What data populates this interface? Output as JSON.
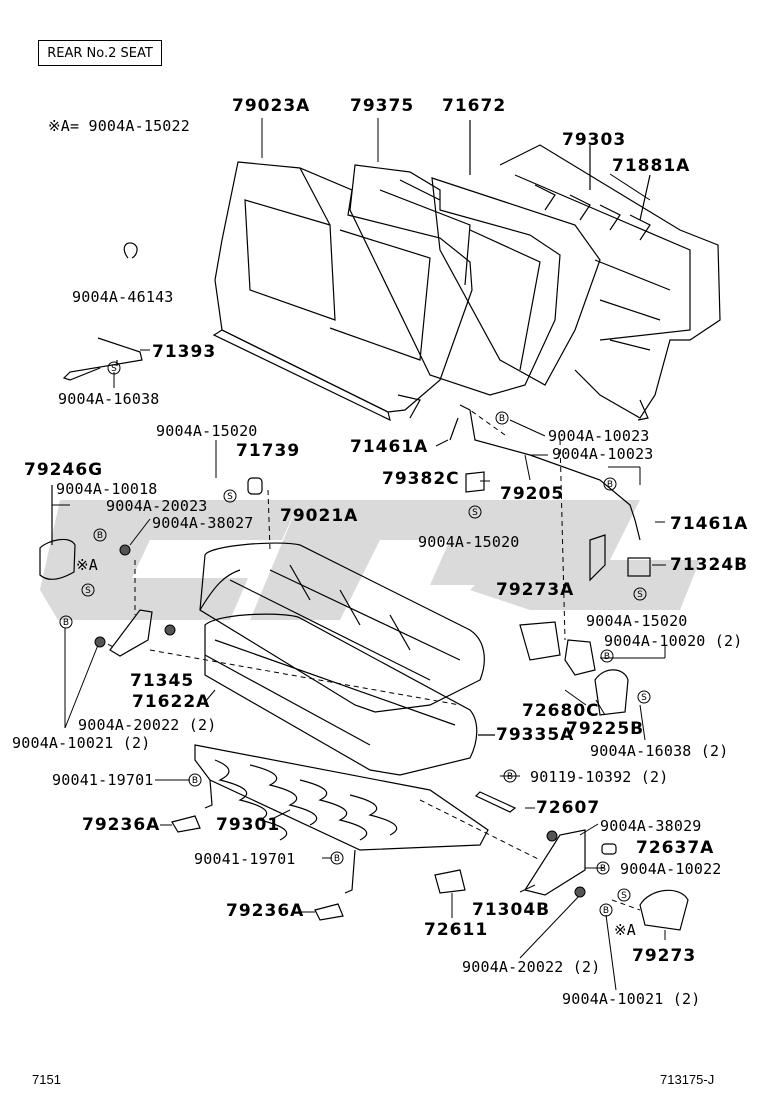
{
  "header": {
    "title": "REAR No.2 SEAT"
  },
  "note": {
    "text": "※A= 9004A-15022"
  },
  "labels": {
    "p79023A": "79023A",
    "p79375": "79375",
    "p71672": "71672",
    "p79303": "79303",
    "p71881A": "71881A",
    "p46143": "9004A-46143",
    "p71393": "71393",
    "p16038a": "9004A-16038",
    "p15020a": "9004A-15020",
    "p71739": "71739",
    "p71461Aa": "71461A",
    "p10023a": "9004A-10023",
    "p10023b": "9004A-10023",
    "p79382C": "79382C",
    "p79205": "79205",
    "p71461Ab": "71461A",
    "p15020b": "9004A-15020",
    "p79246G": "79246G",
    "p10018": "9004A-10018",
    "p20023": "9004A-20023",
    "p38027": "9004A-38027",
    "p79021A": "79021A",
    "p71324B": "71324B",
    "p79273A": "79273A",
    "p15020c": "9004A-15020",
    "p10020": "9004A-10020 (2)",
    "p71345": "71345",
    "p71622A": "71622A",
    "p20022a": "9004A-20022 (2)",
    "p10021a": "9004A-10021 (2)",
    "p72680C": "72680C",
    "p79225B": "79225B",
    "p79335A": "79335A",
    "p16038b": "9004A-16038 (2)",
    "p19701a": "90041-19701",
    "p10392": "90119-10392 (2)",
    "p72607": "72607",
    "p79236Aa": "79236A",
    "p79301": "79301",
    "p38029": "9004A-38029",
    "p72637A": "72637A",
    "p19701b": "90041-19701",
    "p10022": "9004A-10022",
    "p79236Ab": "79236A",
    "p72611": "72611",
    "p71304B": "71304B",
    "p79273": "79273",
    "p20022b": "9004A-20022 (2)",
    "p10021b": "9004A-10021 (2)"
  },
  "markers": {
    "S": "S",
    "B": "B",
    "A": "※A"
  },
  "footer": {
    "left": "7151",
    "right": "713175-J"
  }
}
